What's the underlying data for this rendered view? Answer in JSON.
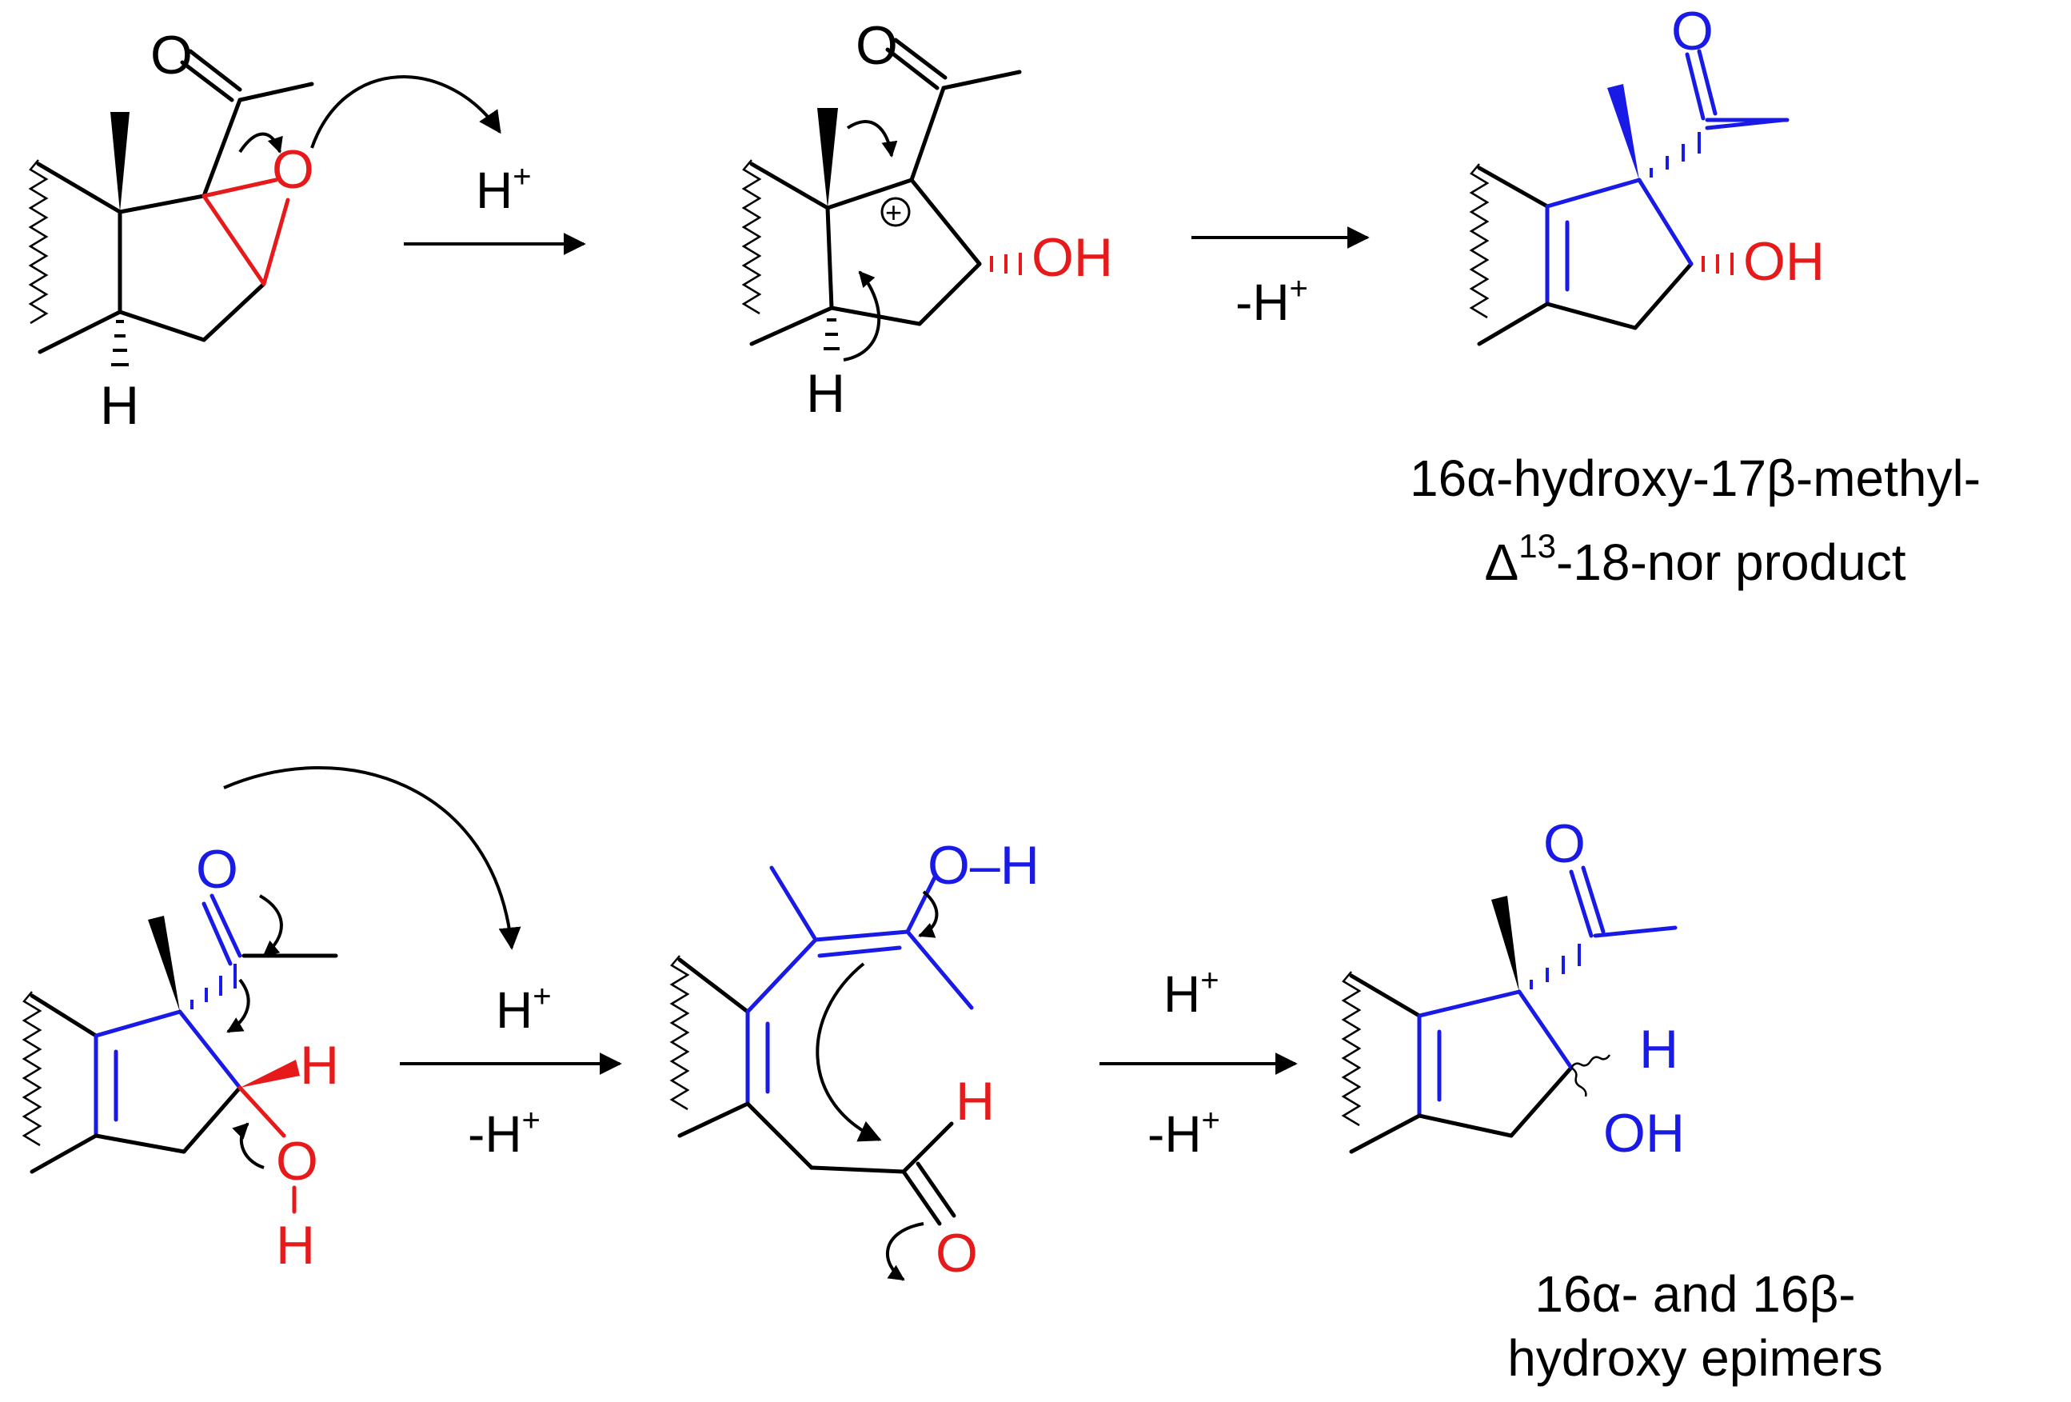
{
  "colors": {
    "black": "#000000",
    "blue": "#1a1ae6",
    "red": "#e61a1a"
  },
  "atoms": {
    "O": "O",
    "OH": "OH",
    "H": "H",
    "plus": "+",
    "OH_hydroxyl": "O–H"
  },
  "reactions": {
    "r1": {
      "above": "H",
      "above_sup": "+"
    },
    "r2": {
      "below": "-H",
      "below_sup": "+"
    },
    "r3": {
      "above": "H",
      "above_sup": "+",
      "below": "-H",
      "below_sup": "+"
    },
    "r4": {
      "above": "H",
      "above_sup": "+",
      "below": "-H",
      "below_sup": "+"
    }
  },
  "captions": {
    "product1_line1": "16α-hydroxy-17β-methyl-",
    "product1_line2_delta": "Δ",
    "product1_line2_sup": "13",
    "product1_line2_rest": "-18-nor product",
    "product2_line1": "16α- and 16β-",
    "product2_line2": "hydroxy epimers"
  }
}
